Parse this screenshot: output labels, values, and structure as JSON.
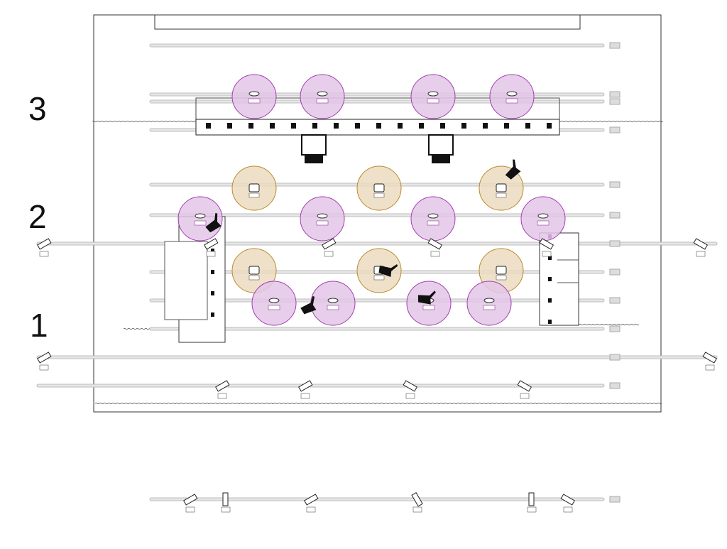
{
  "zones": {
    "z3": "3",
    "z2": "2",
    "z1": "1"
  },
  "colors": {
    "purple_fill": "#e3c6e8",
    "purple_stroke": "#a23db0",
    "tan_fill": "#ecdcc0",
    "tan_stroke": "#b88a2a",
    "pipe": "#bdbdbd"
  },
  "icons": [
    "moving-light-icon",
    "fresnel-icon",
    "camera-icon",
    "performer-icon",
    "monitor-icon"
  ]
}
